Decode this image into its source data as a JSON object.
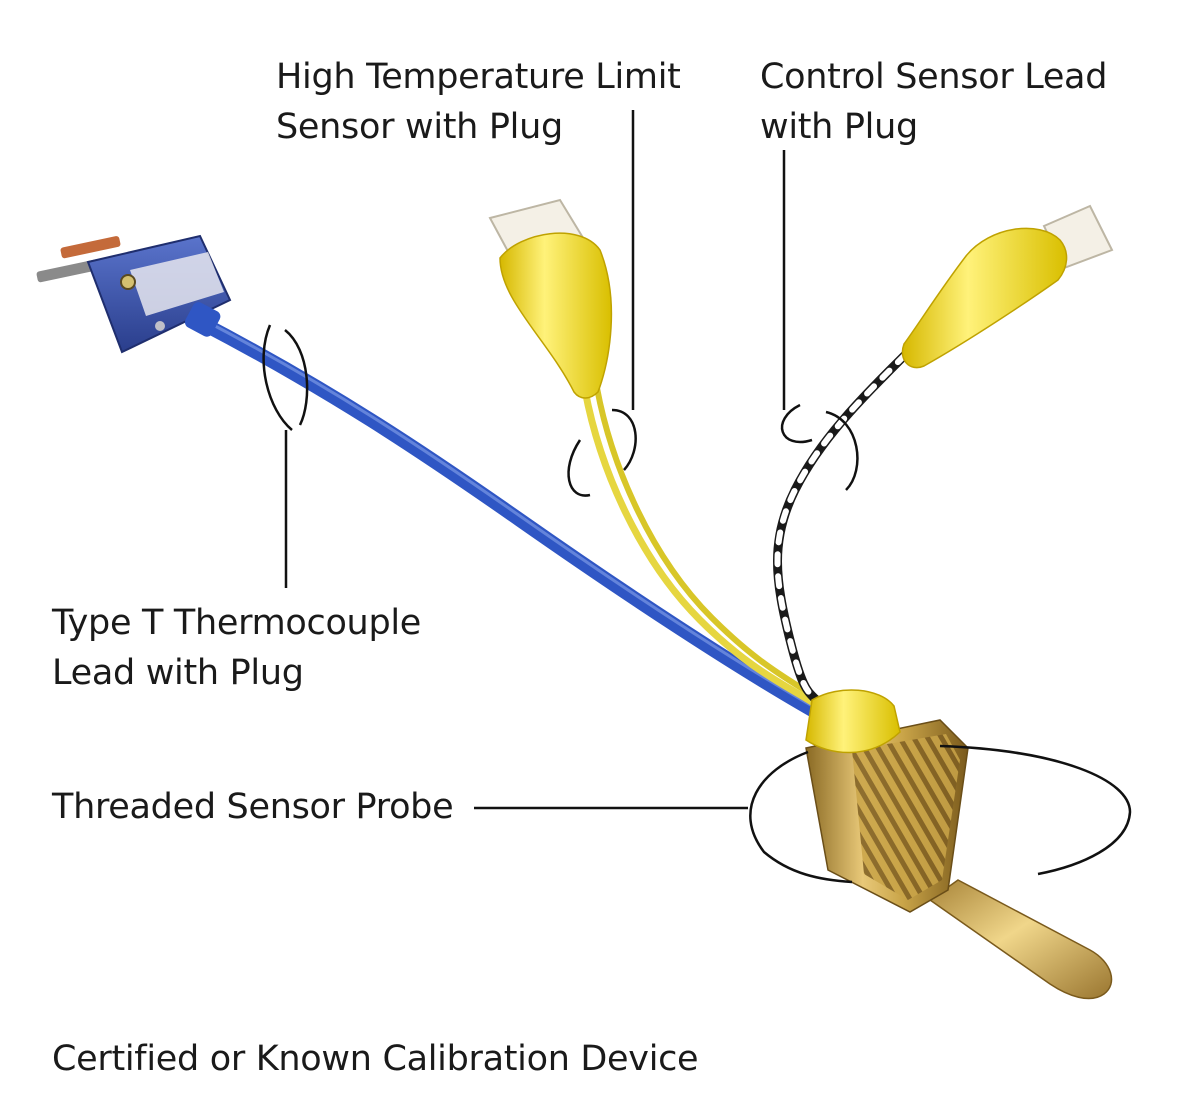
{
  "labels": {
    "high_temp": {
      "line1": "High Temperature Limit",
      "line2": "Sensor with Plug"
    },
    "control": {
      "line1": "Control Sensor Lead",
      "line2": "with Plug"
    },
    "type_t": {
      "line1": "Type T Thermocouple",
      "line2": "Lead with Plug"
    },
    "probe": "Threaded Sensor Probe",
    "caption": "Certified or Known Calibration Device"
  },
  "colors": {
    "blue_cable": "#2f56c4",
    "yellow_boot": "#f2dc14",
    "yellow_wire": "#e6d640",
    "brass": "#c9a448",
    "connector_blue": "#3650a8",
    "callout_line": "#111111"
  }
}
